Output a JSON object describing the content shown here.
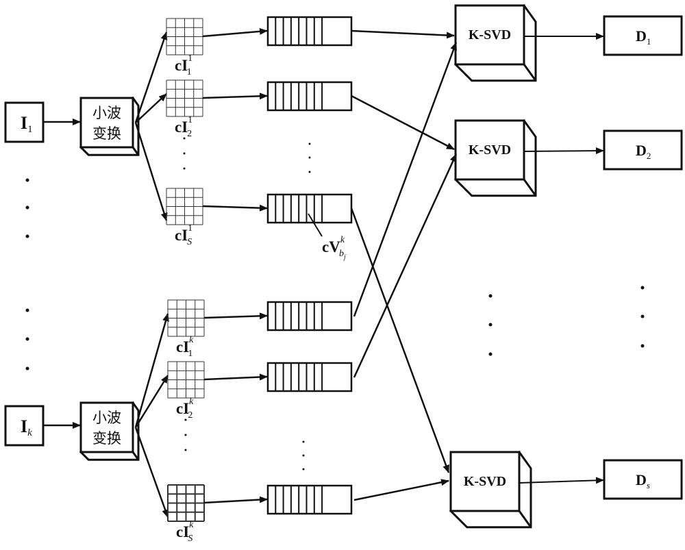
{
  "inputs": [
    {
      "main": "I",
      "sub": "1"
    },
    {
      "main": "I",
      "sub": "k"
    }
  ],
  "transform_label": [
    "小波",
    "变换"
  ],
  "coef_groups": [
    {
      "sup": "1",
      "subs": [
        "1",
        "2",
        "S"
      ]
    },
    {
      "sup": "k",
      "subs": [
        "1",
        "2",
        "S"
      ]
    }
  ],
  "coef_prefix": "cI",
  "vector_label": {
    "main": "cV",
    "sub": "b",
    "subsub": "j",
    "sup": "k"
  },
  "ksvd_label": "K-SVD",
  "dictionaries": [
    {
      "main": "D",
      "sub": "1"
    },
    {
      "main": "D",
      "sub": "2"
    },
    {
      "main": "D",
      "sub": "s"
    }
  ],
  "colors": {
    "stroke": "#111111",
    "background": "#ffffff"
  }
}
